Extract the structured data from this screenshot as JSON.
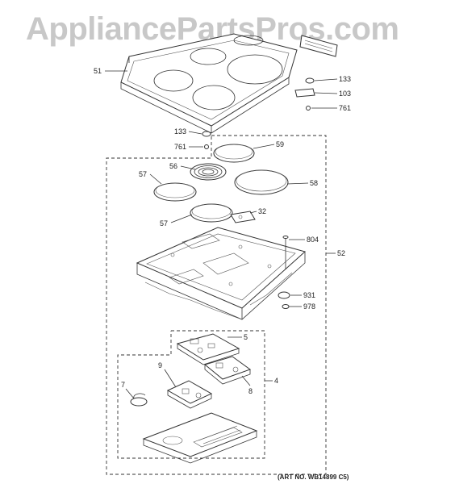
{
  "watermark": "AppliancePartsPros.com",
  "art_number": "(ART NO. WB14899 C5)",
  "callouts": {
    "c51": "51",
    "c133a": "133",
    "c103": "103",
    "c761a": "761",
    "c133b": "133",
    "c761b": "761",
    "c59": "59",
    "c56": "56",
    "c57a": "57",
    "c58": "58",
    "c57b": "57",
    "c32": "32",
    "c804": "804",
    "c52": "52",
    "c931": "931",
    "c978": "978",
    "c5": "5",
    "c9": "9",
    "c7": "7",
    "c4": "4",
    "c8": "8"
  }
}
